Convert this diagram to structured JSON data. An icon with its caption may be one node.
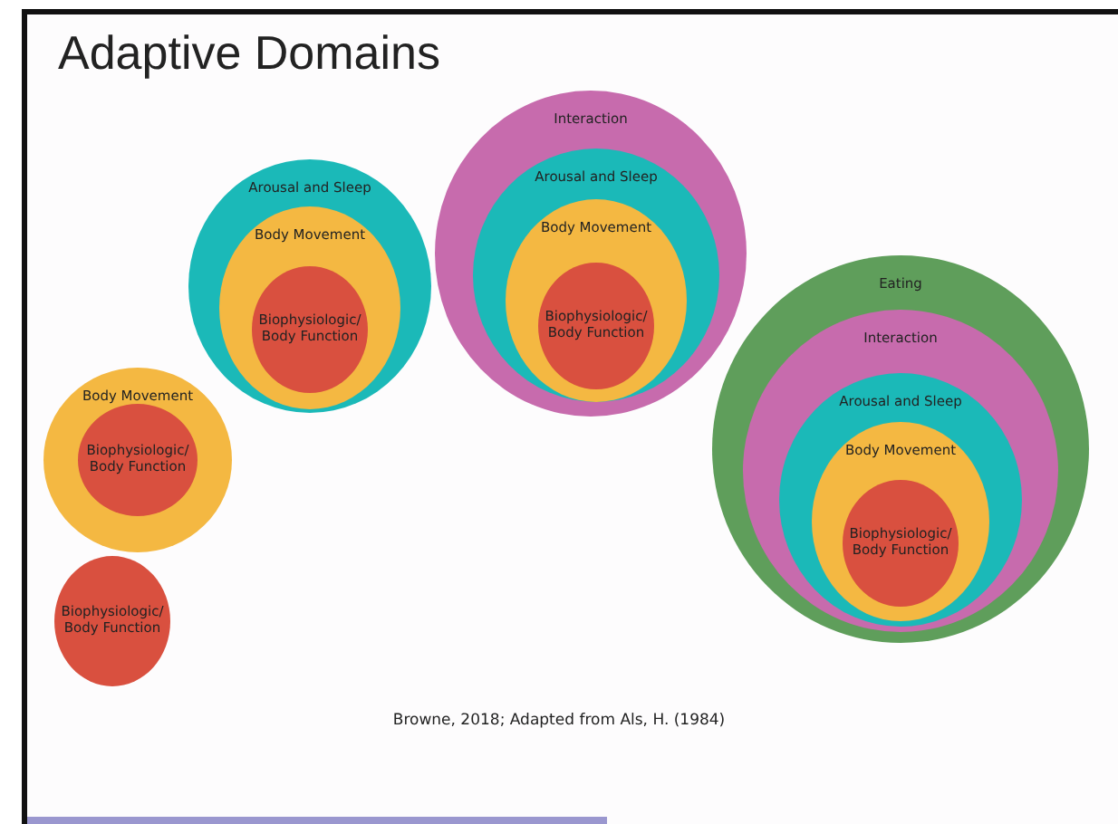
{
  "diagram": {
    "title": "Adaptive Domains",
    "caption": "Browne, 2018; Adapted from Als, H. (1984)",
    "nodes": [
      {
        "text": [
          "Body Movement"
        ]
      },
      {
        "text": [
          "Biophysiologic/ Body Function"
        ],
        "in": 0
      },
      {
        "text": [
          "Biophysiologic/ Body Function"
        ]
      },
      {
        "text": [
          "Arousal and Sleep"
        ]
      },
      {
        "text": [
          "Body Movement"
        ],
        "in": 3
      },
      {
        "text": [
          "Biophysiologic/ Body Function"
        ],
        "in": 4
      },
      {
        "text": [
          "Interaction"
        ]
      },
      {
        "text": [
          "Arousal and Sleep"
        ],
        "in": 6
      },
      {
        "text": [
          "Body Movement"
        ],
        "in": 7
      },
      {
        "text": [
          "Biophysiologic/ Body Function"
        ],
        "in": 8
      },
      {
        "text": [
          "Eating"
        ]
      },
      {
        "text": [
          "Interaction"
        ],
        "in": 10
      },
      {
        "text": [
          "Arousal and Sleep"
        ],
        "in": 11
      },
      {
        "text": [
          "Body Movement"
        ],
        "in": 12
      },
      {
        "text": [
          "Biophysiologic/ Body Function"
        ],
        "in": 13
      }
    ]
  }
}
